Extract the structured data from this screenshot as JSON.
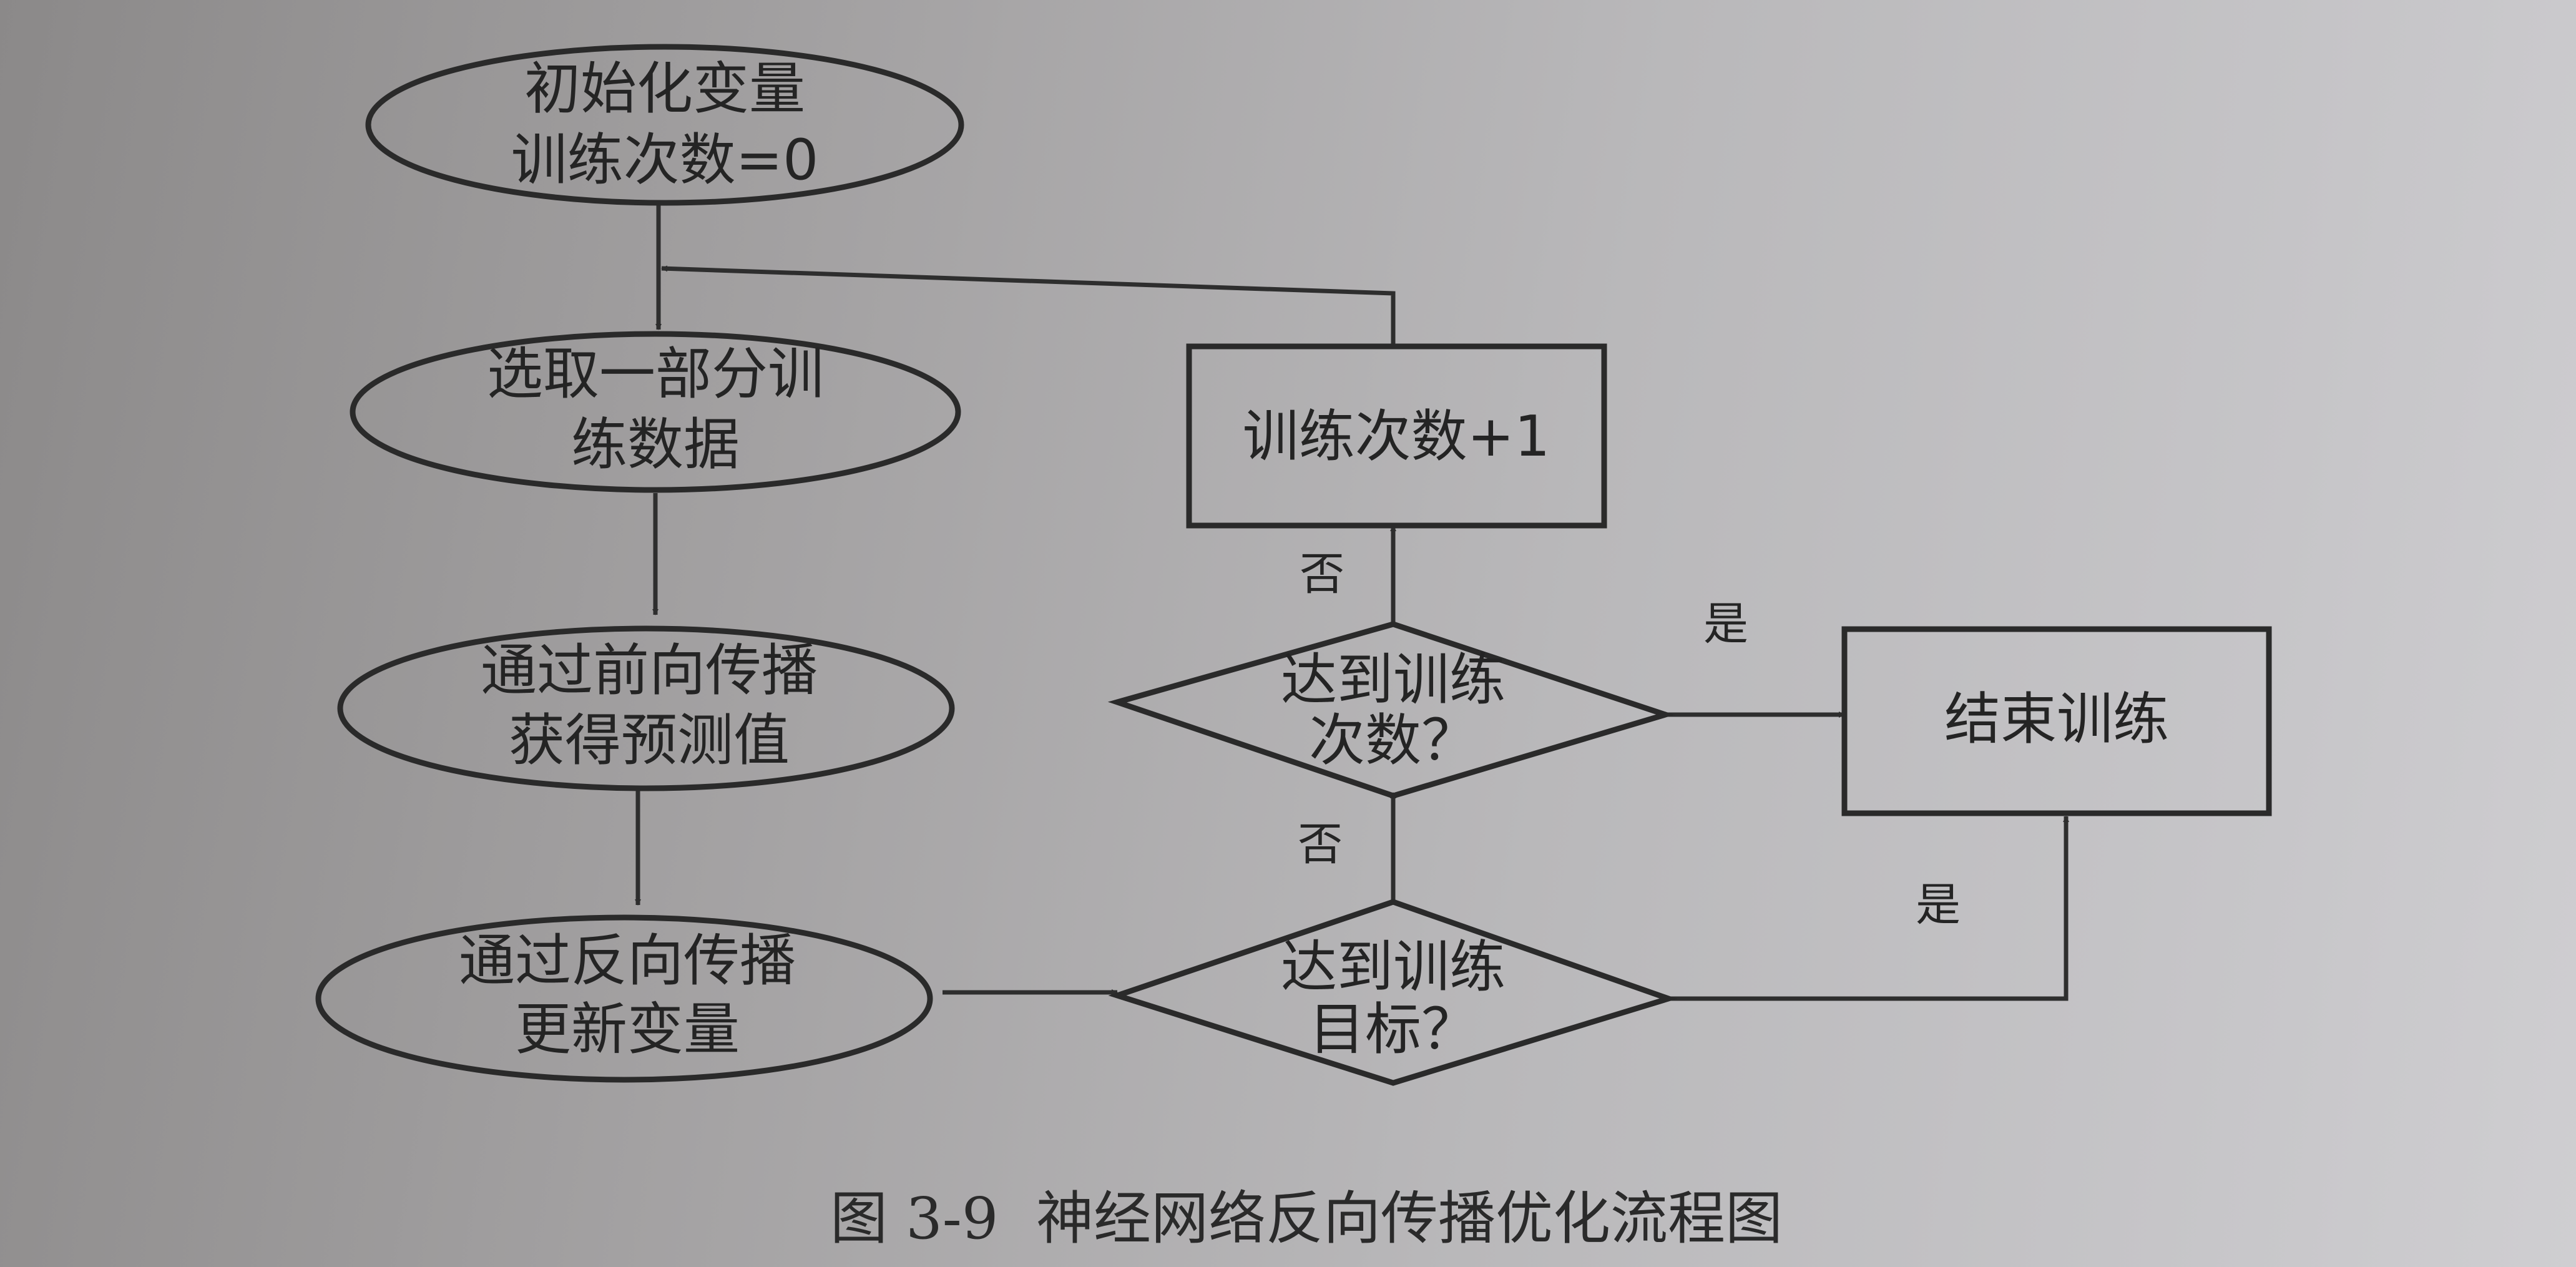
{
  "nodes": {
    "init": {
      "line1": "初始化变量",
      "line2": "训练次数=0"
    },
    "select": {
      "line1": "选取一部分训",
      "line2": "练数据"
    },
    "forward": {
      "line1": "通过前向传播",
      "line2": "获得预测值"
    },
    "backward": {
      "line1": "通过反向传播",
      "line2": "更新变量"
    },
    "check_goal": {
      "line1": "达到训练",
      "line2": "目标？"
    },
    "check_count": {
      "line1": "达到训练",
      "line2": "次数？"
    },
    "increment": {
      "label": "训练次数+1"
    },
    "end": {
      "label": "结束训练"
    }
  },
  "edge_labels": {
    "count_no": "否",
    "goal_no": "否",
    "count_yes": "是",
    "goal_yes": "是"
  },
  "caption": {
    "figure_no": "图 3-9",
    "title": "神经网络反向传播优化流程图"
  }
}
